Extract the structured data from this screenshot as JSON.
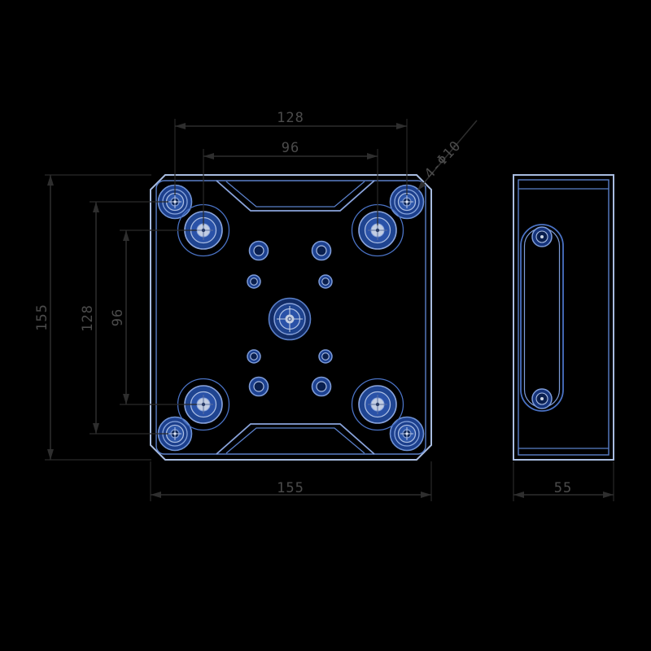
{
  "drawing": {
    "background": "#000000",
    "colors": {
      "plate_outline": "#a8bce0",
      "secondary_line": "#5a7fc8",
      "hole_ring": "#7d9bd8",
      "hole_fill_dark": "#1d4190",
      "hole_fill_deep": "#0a1f4e",
      "counterbore_fill": "#1c3f8c",
      "hub_fill_light": "#c2cde2",
      "dimension_line": "#2e2e2e",
      "dimension_text": "#4b4b4b"
    },
    "front_view": {
      "dim_top_hole_span": "128",
      "dim_top_bearing_span": "96",
      "dim_left_overall_height": "155",
      "dim_left_hole_span": "128",
      "dim_left_bearing_span": "96",
      "dim_bottom_overall_width": "155",
      "hole_callout": "4-Φ10"
    },
    "side_view": {
      "dim_bottom_thickness": "55"
    }
  }
}
